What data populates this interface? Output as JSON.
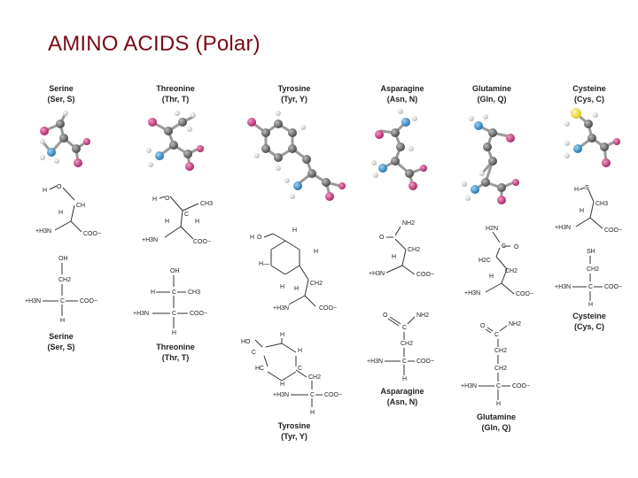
{
  "slide": {
    "title": "AMINO ACIDS (Polar)"
  },
  "amino_acids": [
    {
      "name": "Serine",
      "abbr": "(Ser, S)"
    },
    {
      "name": "Threonine",
      "abbr": "(Thr, T)"
    },
    {
      "name": "Tyrosine",
      "abbr": "(Tyr, Y)"
    },
    {
      "name": "Asparagine",
      "abbr": "(Asn, N)"
    },
    {
      "name": "Glutamine",
      "abbr": "(Gln, Q)"
    },
    {
      "name": "Cysteine",
      "abbr": "(Cys, C)"
    }
  ],
  "atom_colors": {
    "carbon": "#5a5a5a",
    "hydrogen": "#e6e6e6",
    "oxygen": "#c8307a",
    "nitrogen": "#2c8fd0",
    "sulfur": "#f2e23a"
  },
  "structure_labels": {
    "h": "H",
    "ch": "CH",
    "c": "C",
    "ch2": "CH2",
    "ch3": "CH3",
    "oh": "OH",
    "o": "O",
    "sh": "SH",
    "nh2": "NH2",
    "h2n": "H2N",
    "h3n": "+H3N",
    "coo": "COO−",
    "ho": "HO",
    "hc": "HC",
    "h2c": "H2C",
    "s": "S",
    "eq_o": "O",
    "dash": "H—",
    "hc_lower": "HC"
  }
}
